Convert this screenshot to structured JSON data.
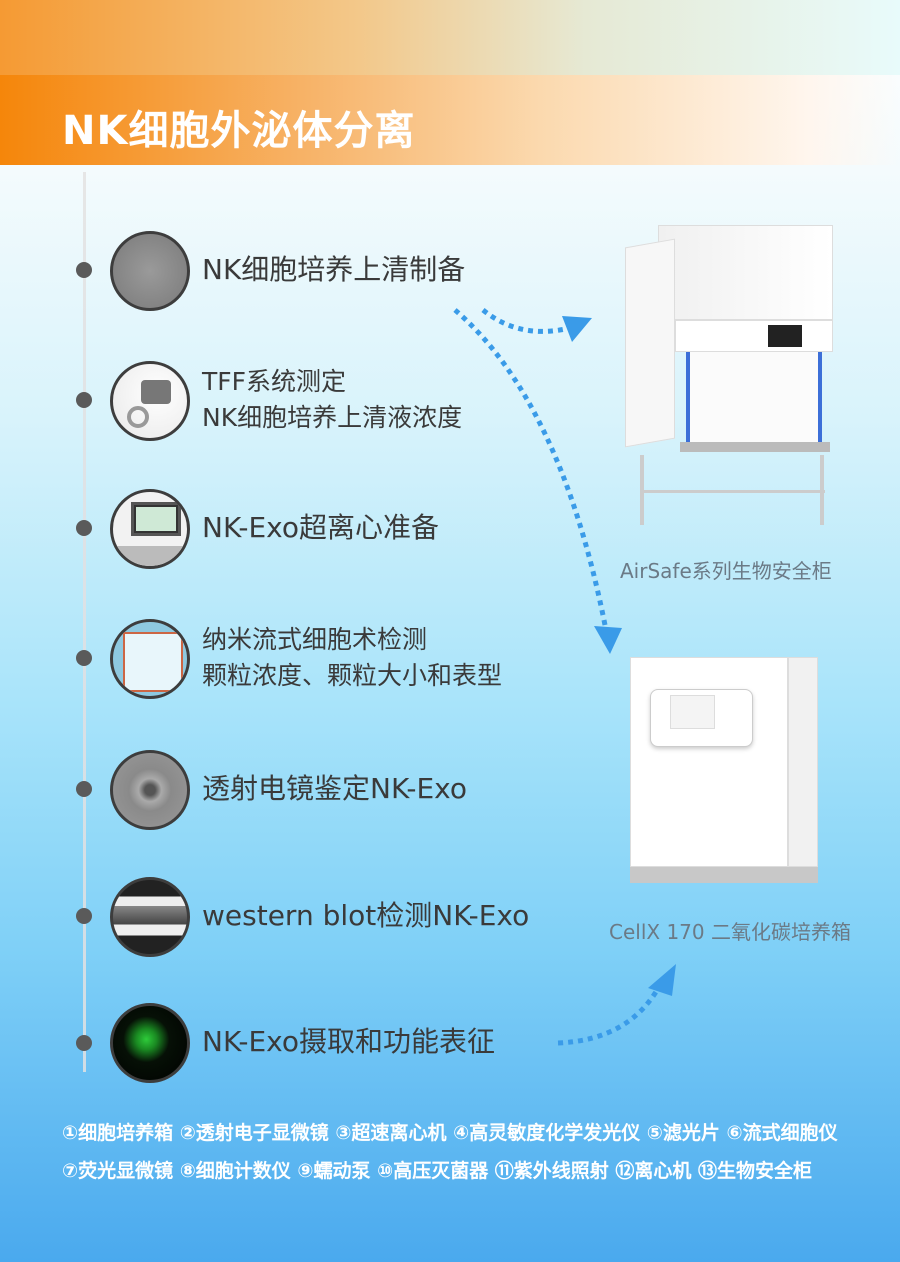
{
  "title": "NK细胞外泌体分离",
  "steps": [
    {
      "lines": [
        "NK细胞培养上清制备"
      ]
    },
    {
      "lines": [
        "TFF系统测定",
        "NK细胞培养上清液浓度"
      ]
    },
    {
      "lines": [
        "NK-Exo超离心准备"
      ]
    },
    {
      "lines": [
        "纳米流式细胞术检测",
        "颗粒浓度、颗粒大小和表型"
      ]
    },
    {
      "lines": [
        "透射电镜鉴定NK-Exo"
      ]
    },
    {
      "lines": [
        "western blot检测NK-Exo"
      ]
    },
    {
      "lines": [
        "NK-Exo摄取和功能表征"
      ]
    }
  ],
  "equipment": {
    "cabinet_caption": "AirSafe系列生物安全柜",
    "incubator_caption": "CellX 170 二氧化碳培养箱"
  },
  "notes": "①细胞培养箱 ②透射电子显微镜 ③超速离心机 ④高灵敏度化学发光仪 ⑤滤光片 ⑥流式细胞仪 ⑦荧光显微镜 ⑧细胞计数仪 ⑨蠕动泵 ⑩高压灭菌器 ⑪紫外线照射 ⑫离心机 ⑬生物安全柜",
  "colors": {
    "accent": "#f5860a",
    "arrow": "#3a9be8"
  }
}
